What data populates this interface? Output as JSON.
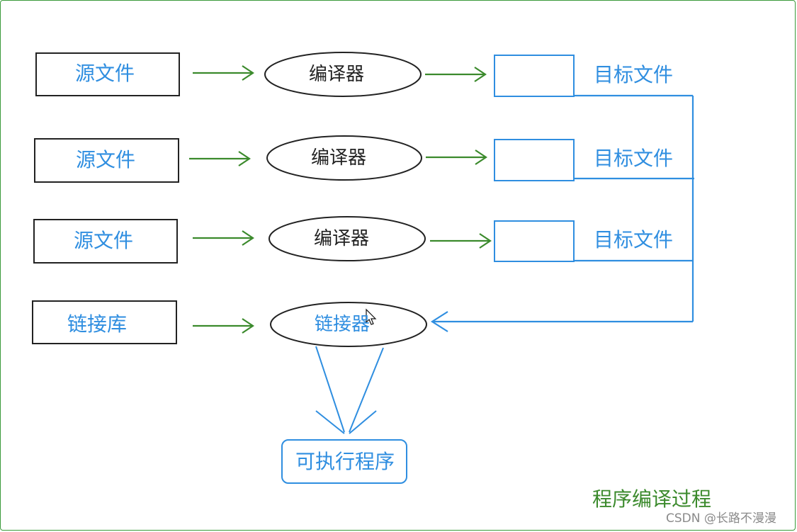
{
  "diagram": {
    "source_label": "源文件",
    "compiler_label": "编译器",
    "object_label": "目标文件",
    "library_label": "链接库",
    "linker_label": "链接器",
    "executable_label": "可执行程序",
    "caption": "程序编译过程",
    "watermark": "CSDN @长路不漫漫"
  },
  "colors": {
    "green_arrow": "#3b8a2c",
    "blue_line": "#2f8ee0",
    "box_black": "#222222"
  }
}
